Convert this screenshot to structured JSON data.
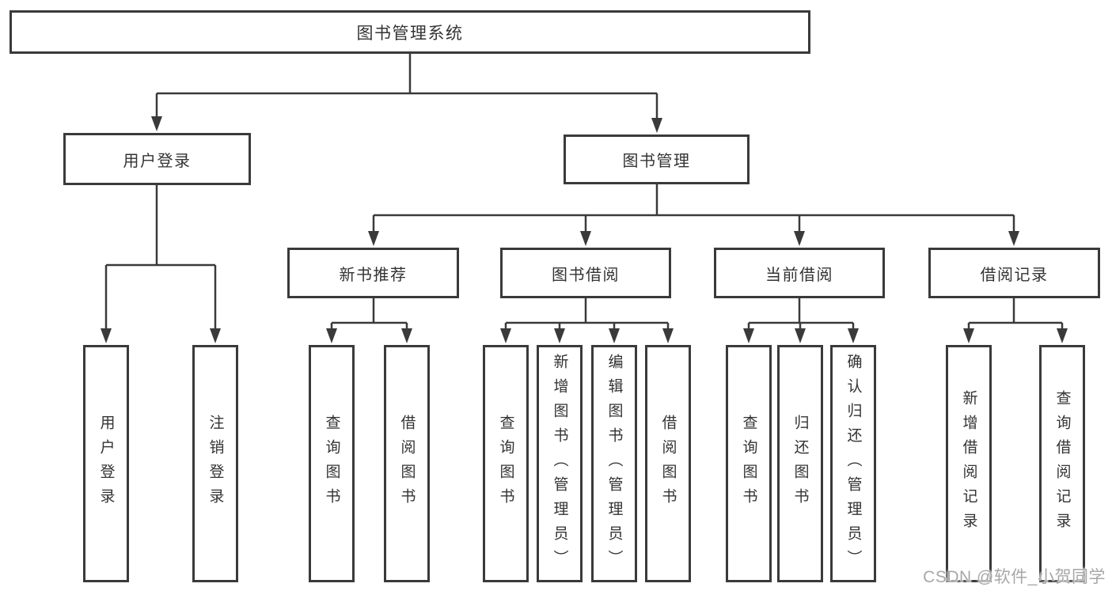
{
  "colors": {
    "line": "#3a3a3a",
    "box_border": "#3a3a3a",
    "text": "#333333",
    "background": "#ffffff",
    "watermark": "#a7a7a7"
  },
  "tree": {
    "root": {
      "label": "图书管理系统",
      "children": [
        {
          "label": "用户登录",
          "children": [
            {
              "label": "用户登录"
            },
            {
              "label": "注销登录"
            }
          ]
        },
        {
          "label": "图书管理",
          "children": [
            {
              "label": "新书推荐",
              "children": [
                {
                  "label": "查询图书"
                },
                {
                  "label": "借阅图书"
                }
              ]
            },
            {
              "label": "图书借阅",
              "children": [
                {
                  "label": "查询图书"
                },
                {
                  "label": "新增图书（管理员）"
                },
                {
                  "label": "编辑图书（管理员）"
                },
                {
                  "label": "借阅图书"
                }
              ]
            },
            {
              "label": "当前借阅",
              "children": [
                {
                  "label": "查询图书"
                },
                {
                  "label": "归还图书"
                },
                {
                  "label": "确认归还（管理员）"
                }
              ]
            },
            {
              "label": "借阅记录",
              "children": [
                {
                  "label": "新增借阅记录"
                },
                {
                  "label": "查询借阅记录"
                }
              ]
            }
          ]
        }
      ]
    }
  },
  "watermark": {
    "text": "CSDN @软件_小贺同学"
  }
}
